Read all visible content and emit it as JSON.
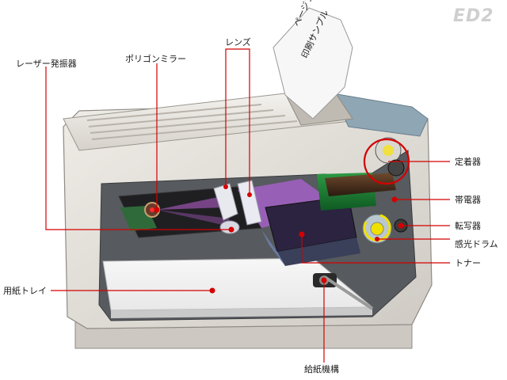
{
  "logo": "ED2",
  "paper": {
    "line1": "ページプリンタ",
    "line2": "印刷サンプル"
  },
  "labels": {
    "laser": "レーザー発振器",
    "polygon_mirror": "ポリゴンミラー",
    "lens": "レンズ",
    "fuser": "定着器",
    "charger": "帯電器",
    "transfer": "転写器",
    "drum": "感光ドラム",
    "toner": "トナー",
    "tray": "用紙トレイ",
    "feed": "給紙機構"
  },
  "colors": {
    "leader": "#d40000",
    "case": "#dedbd6",
    "drum_ring": "#f0e000",
    "laser_beam": "#e070ff",
    "board": "#2f6b3a"
  }
}
